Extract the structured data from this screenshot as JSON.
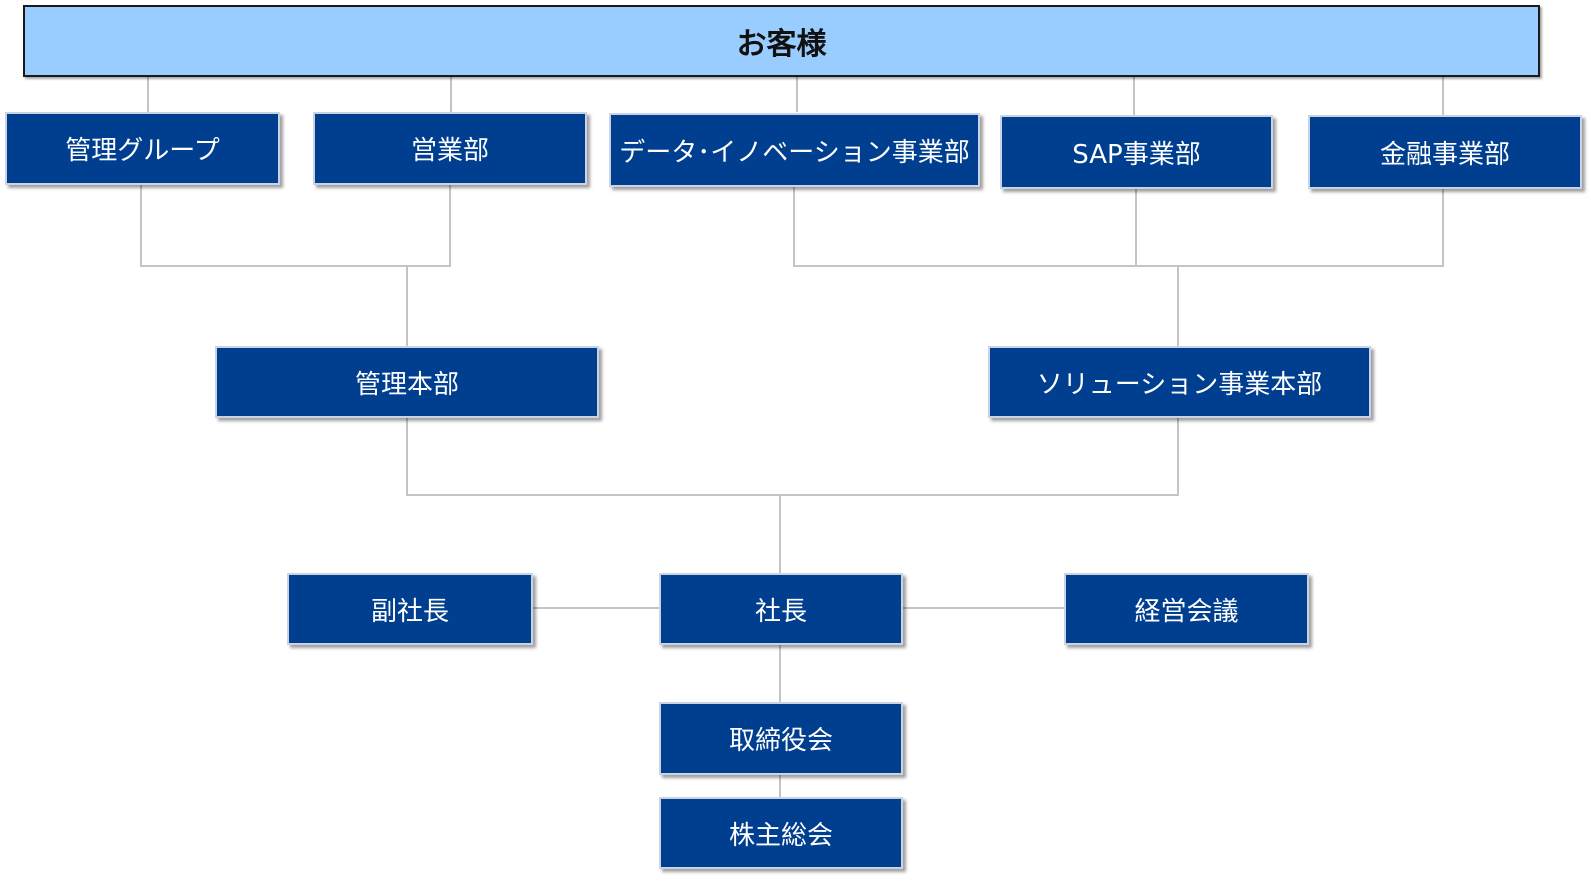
{
  "nodes": {
    "customers": "お客様",
    "management_group": "管理グループ",
    "sales_department": "営業部",
    "data_innovation_division": "データ･イノベーション事業部",
    "sap_division": "SAP事業部",
    "finance_division": "金融事業部",
    "administration_headquarters": "管理本部",
    "solution_headquarters": "ソリューション事業本部",
    "vice_president": "副社長",
    "president": "社長",
    "management_meeting": "経営会議",
    "board_of_directors": "取締役会",
    "shareholders_meeting": "株主総会"
  },
  "colors": {
    "top_box_fill": "#99ccff",
    "box_fill": "#003f8f",
    "connector": "#c4c4c4"
  }
}
